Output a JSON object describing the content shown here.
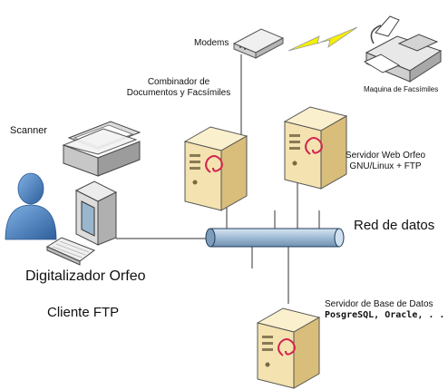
{
  "labels": {
    "modems": "Modems",
    "fax_machine": "Maquina de Facsímiles",
    "combiner_line1": "Combinador de",
    "combiner_line2": "Documentos y Facsímiles",
    "scanner": "Scanner",
    "web_server_line1": "Servidor Web Orfeo",
    "web_server_line2": "GNU/Linux + FTP",
    "network": "Red de datos",
    "digitizer": "Digitalizador Orfeo",
    "ftp_client": "Cliente FTP",
    "db_server_line1": "Servidor de Base de Datos",
    "db_server_line2": "PosgreSQL, Oracle, . . ."
  },
  "colors": {
    "server_body": "#f4e3b0",
    "server_side": "#d9bd7a",
    "debian_swirl": "#d2244f",
    "network_pipe": "#a8c3dd",
    "lightning": "#f5f000",
    "person": "#4a86c8",
    "line": "#333333"
  }
}
